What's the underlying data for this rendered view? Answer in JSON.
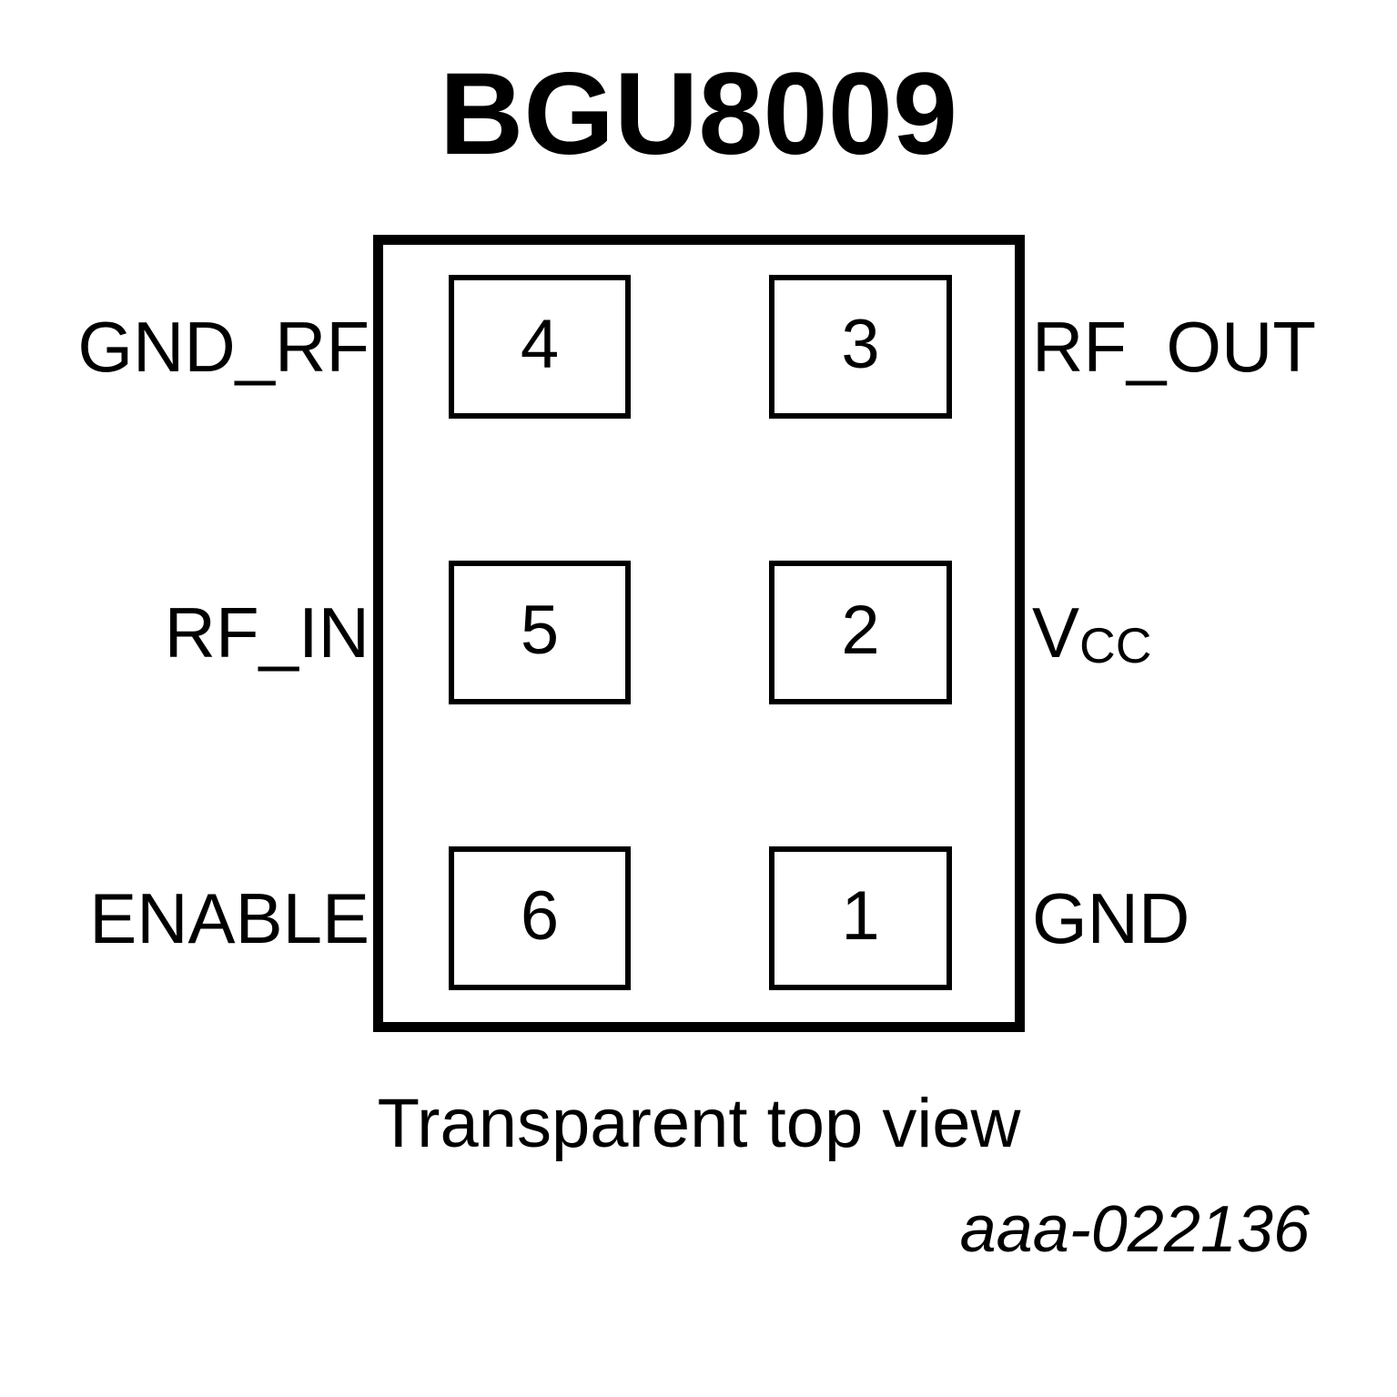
{
  "title": "BGU8009",
  "caption": "Transparent top view",
  "figure_id": "aaa-022136",
  "package": {
    "pin_count": 6,
    "view": "Transparent top view"
  },
  "pads": {
    "pin1": "1",
    "pin2": "2",
    "pin3": "3",
    "pin4": "4",
    "pin5": "5",
    "pin6": "6"
  },
  "pins": {
    "left": [
      {
        "number": "4",
        "name": "GND_RF"
      },
      {
        "number": "5",
        "name": "RF_IN"
      },
      {
        "number": "6",
        "name": "ENABLE"
      }
    ],
    "right": [
      {
        "number": "3",
        "name": "RF_OUT"
      },
      {
        "number": "2",
        "name": "VCC",
        "base": "V",
        "subscript": "CC"
      },
      {
        "number": "1",
        "name": "GND"
      }
    ]
  },
  "labels": {
    "gnd_rf": "GND_RF",
    "rf_in": "RF_IN",
    "enable": "ENABLE",
    "rf_out": "RF_OUT",
    "vcc_base": "V",
    "vcc_sub": "CC",
    "gnd": "GND"
  },
  "colors": {
    "ink": "#000000",
    "background": "#ffffff"
  }
}
